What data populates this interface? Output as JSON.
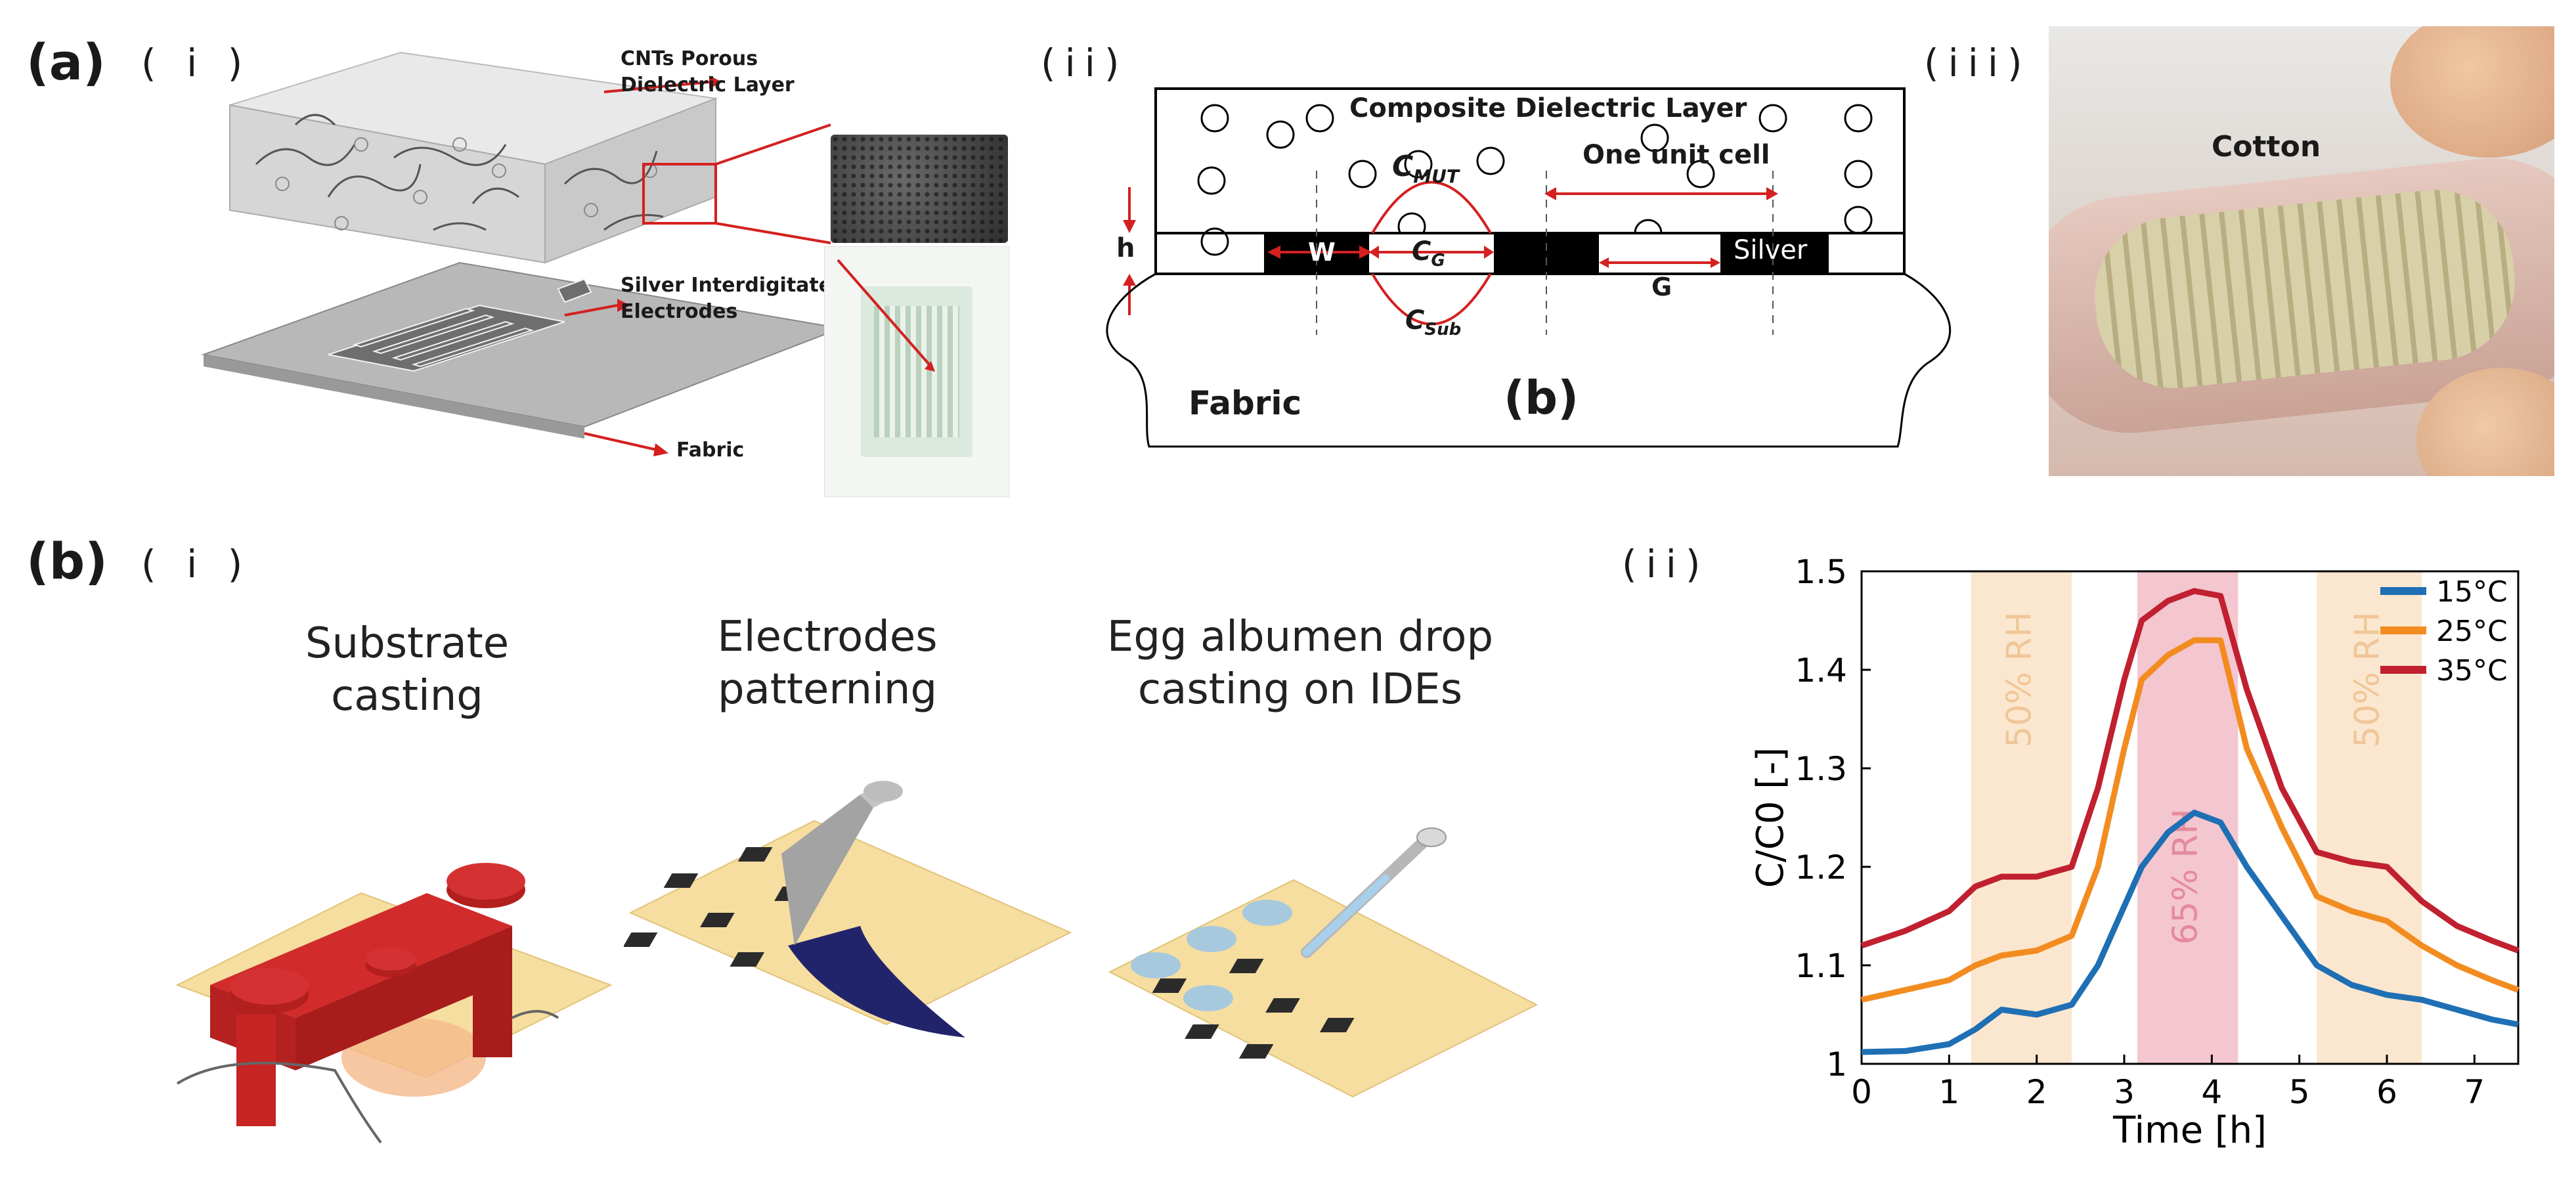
{
  "panel_a": {
    "label": "(a)",
    "i": {
      "label": "( i )",
      "callout_top": "CNTs Porous\nDielectric Layer",
      "callout_mid": "Silver Interdigitated\nElectrodes",
      "callout_bottom": "Fabric"
    },
    "ii": {
      "label": "(ii)",
      "composite": "Composite Dielectric Layer",
      "unit_cell": "One unit cell",
      "c_mut": "C",
      "c_mut_sub": "MUT",
      "c_g": "C",
      "c_g_sub": "G",
      "c_sub": "C",
      "c_sub_sub": "Sub",
      "h": "h",
      "w": "W",
      "g": "G",
      "silver": "Silver",
      "fabric": "Fabric",
      "inner_label": "(b)"
    },
    "iii": {
      "label": "(iii)",
      "cotton": "Cotton"
    }
  },
  "panel_b": {
    "label": "(b)",
    "i": {
      "label": "( i )",
      "steps": [
        "Substrate\ncasting",
        "Electrodes\npatterning",
        "Egg albumen drop\ncasting on IDEs"
      ]
    },
    "ii": {
      "label": "(ii)"
    }
  },
  "chart_data": {
    "type": "line",
    "xlabel": "Time [h]",
    "ylabel": "C/C0 [-]",
    "xlim": [
      0,
      7.5
    ],
    "ylim": [
      1.0,
      1.5
    ],
    "xticks": [
      "0",
      "1",
      "2",
      "3",
      "4",
      "5",
      "6",
      "7"
    ],
    "yticks": [
      "1",
      "1.1",
      "1.2",
      "1.3",
      "1.4",
      "1.5"
    ],
    "legend_position": "top-right",
    "bands": [
      {
        "label": "50% RH",
        "x0": 1.25,
        "x1": 2.4,
        "color": "#fbe7cf"
      },
      {
        "label": "65% RH",
        "x0": 3.15,
        "x1": 4.3,
        "color": "#f4c6cf"
      },
      {
        "label": "50% RH",
        "x0": 5.2,
        "x1": 6.4,
        "color": "#fbe7cf"
      }
    ],
    "series": [
      {
        "name": "15°C",
        "color": "#1f6fb4",
        "x": [
          0,
          0.5,
          1.0,
          1.3,
          1.6,
          2.0,
          2.4,
          2.7,
          3.0,
          3.2,
          3.5,
          3.8,
          4.1,
          4.4,
          4.8,
          5.2,
          5.6,
          6.0,
          6.4,
          6.8,
          7.2,
          7.5
        ],
        "y": [
          1.012,
          1.013,
          1.02,
          1.035,
          1.055,
          1.05,
          1.06,
          1.1,
          1.16,
          1.2,
          1.235,
          1.255,
          1.245,
          1.2,
          1.15,
          1.1,
          1.08,
          1.07,
          1.065,
          1.055,
          1.045,
          1.04
        ]
      },
      {
        "name": "25°C",
        "color": "#f28c20",
        "x": [
          0,
          0.5,
          1.0,
          1.3,
          1.6,
          2.0,
          2.4,
          2.7,
          3.0,
          3.2,
          3.5,
          3.8,
          4.1,
          4.4,
          4.8,
          5.2,
          5.6,
          6.0,
          6.4,
          6.8,
          7.2,
          7.5
        ],
        "y": [
          1.065,
          1.075,
          1.085,
          1.1,
          1.11,
          1.115,
          1.13,
          1.2,
          1.32,
          1.39,
          1.415,
          1.43,
          1.43,
          1.32,
          1.24,
          1.17,
          1.155,
          1.145,
          1.12,
          1.1,
          1.085,
          1.075
        ]
      },
      {
        "name": "35°C",
        "color": "#c0202f",
        "x": [
          0,
          0.5,
          1.0,
          1.3,
          1.6,
          2.0,
          2.4,
          2.7,
          3.0,
          3.2,
          3.5,
          3.8,
          4.1,
          4.4,
          4.8,
          5.2,
          5.6,
          6.0,
          6.4,
          6.8,
          7.2,
          7.5
        ],
        "y": [
          1.12,
          1.135,
          1.155,
          1.18,
          1.19,
          1.19,
          1.2,
          1.28,
          1.39,
          1.45,
          1.47,
          1.48,
          1.475,
          1.38,
          1.28,
          1.215,
          1.205,
          1.2,
          1.165,
          1.14,
          1.125,
          1.115
        ]
      }
    ]
  },
  "colors": {
    "accent_red": "#d42020",
    "device_red": "#d12b2b",
    "substrate_yellow": "#f6dea0",
    "squeegee_navy": "#22246b"
  }
}
